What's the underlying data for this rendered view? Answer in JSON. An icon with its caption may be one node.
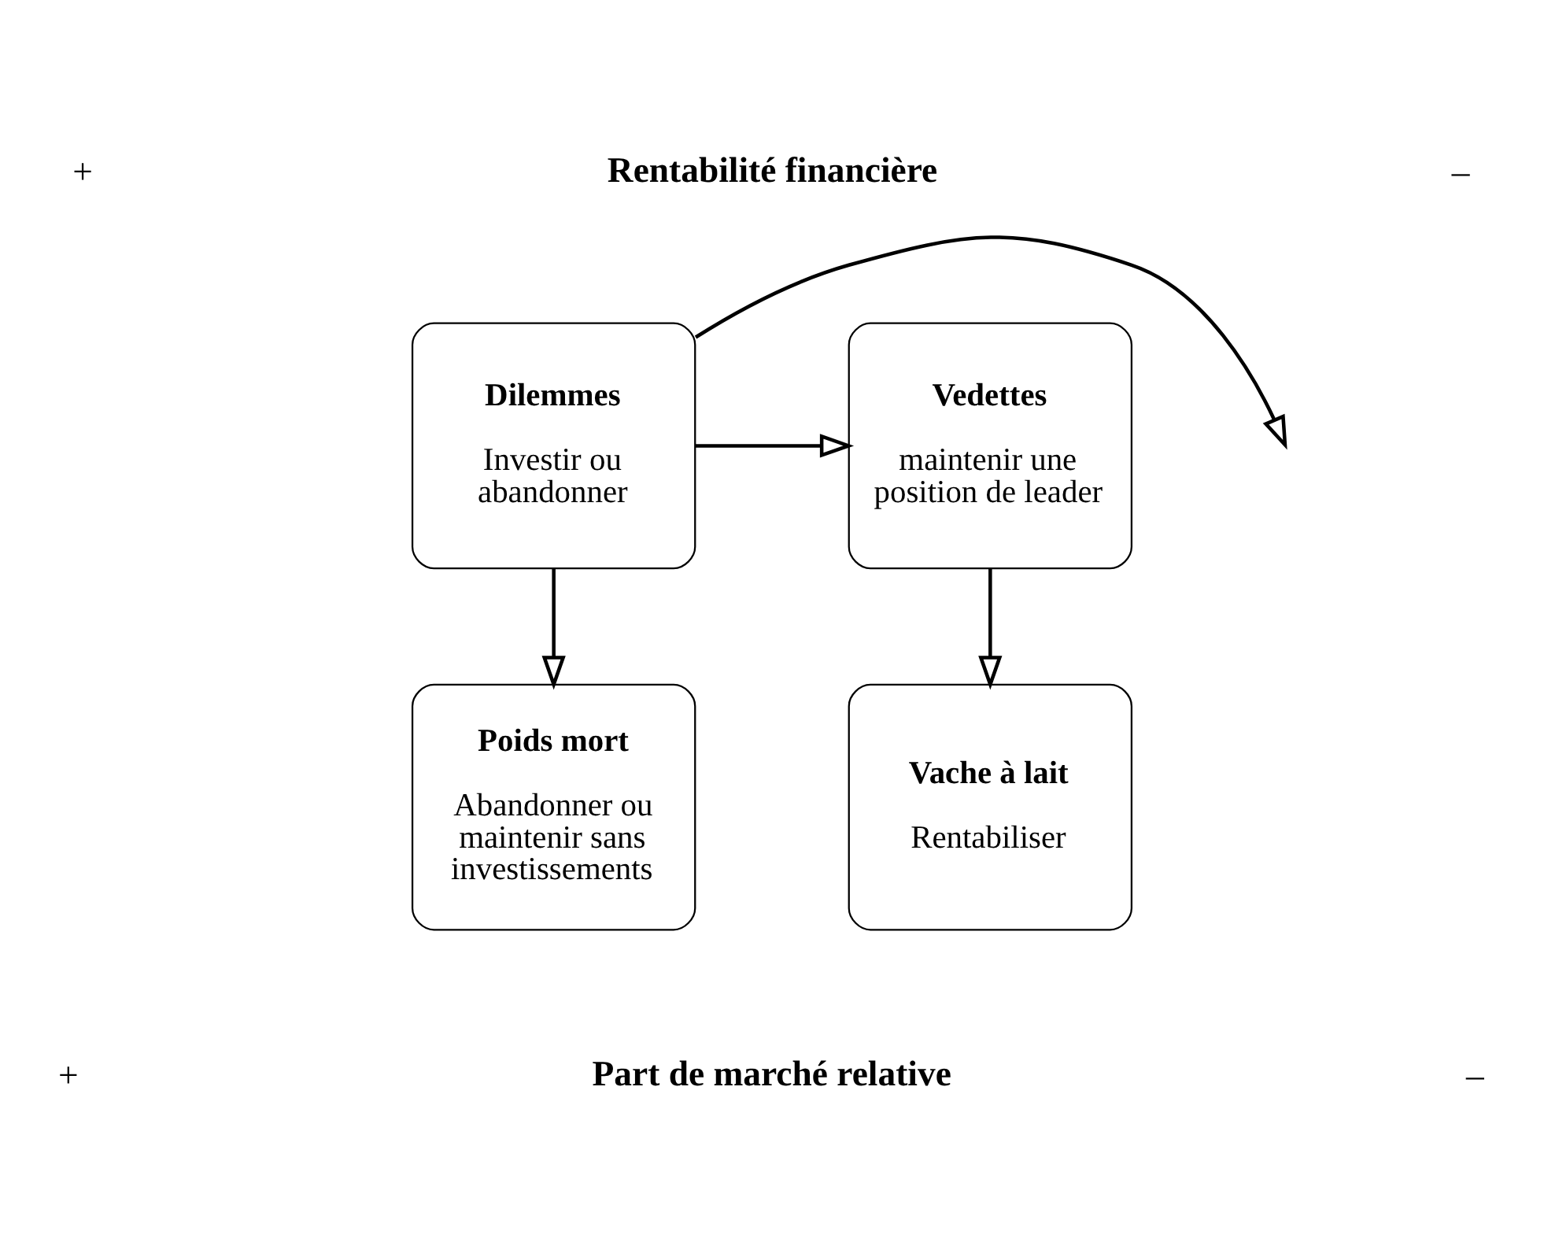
{
  "diagram": {
    "nodes": [
      {
        "text": [
          "Vedettes",
          "maintenir une position de leader"
        ]
      },
      {
        "text": [
          "Dilemmes",
          "Investir ou abandonner"
        ]
      },
      {
        "text": [
          "Vache à lait",
          "Rentabiliser"
        ]
      },
      {
        "text": [
          "Poids mort",
          "Abandonner ou maintenir sans investissements"
        ]
      }
    ],
    "edges": [
      {
        "from": 1,
        "to": 0,
        "arrow": "to"
      },
      {
        "from": 1,
        "to": null,
        "arrow": "to"
      },
      {
        "from": 0,
        "to": 2,
        "arrow": "to"
      },
      {
        "from": 1,
        "to": 3,
        "arrow": "to"
      }
    ],
    "labels": [
      "+",
      "Rentabilité financière",
      "–",
      "+",
      "Part de marché relative",
      "–"
    ]
  }
}
